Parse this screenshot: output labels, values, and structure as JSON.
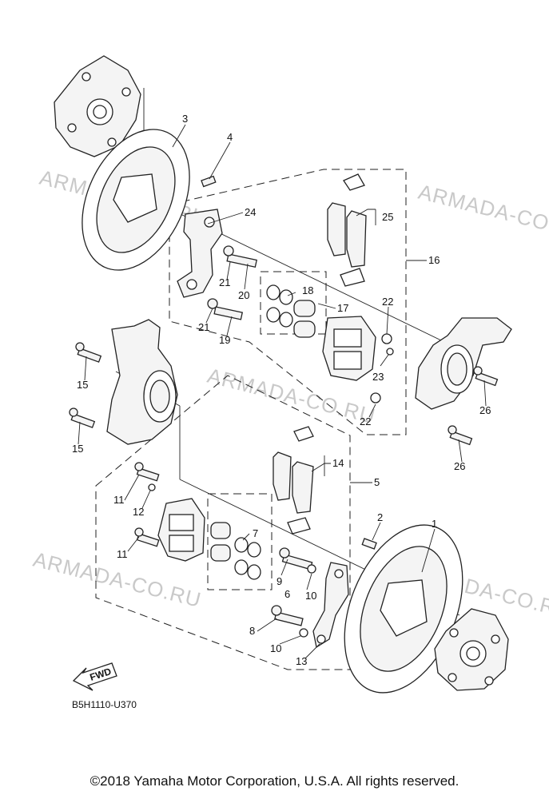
{
  "watermark": "ARMADA-CO.RU",
  "diagram_code": "B5H1110-U370",
  "fwd_label": "FWD",
  "copyright": "©2018 Yamaha Motor Corporation, U.S.A. All rights reserved.",
  "callouts": {
    "c1": "1",
    "c2": "2",
    "c3": "3",
    "c4": "4",
    "c5": "5",
    "c6": "6",
    "c7": "7",
    "c8": "8",
    "c9": "9",
    "c10a": "10",
    "c10b": "10",
    "c11a": "11",
    "c11b": "11",
    "c12": "12",
    "c13": "13",
    "c14": "14",
    "c15a": "15",
    "c15b": "15",
    "c16": "16",
    "c17": "17",
    "c18": "18",
    "c19": "19",
    "c20": "20",
    "c21a": "21",
    "c21b": "21",
    "c22a": "22",
    "c22b": "22",
    "c23": "23",
    "c24": "24",
    "c25": "25",
    "c26a": "26",
    "c26b": "26"
  }
}
